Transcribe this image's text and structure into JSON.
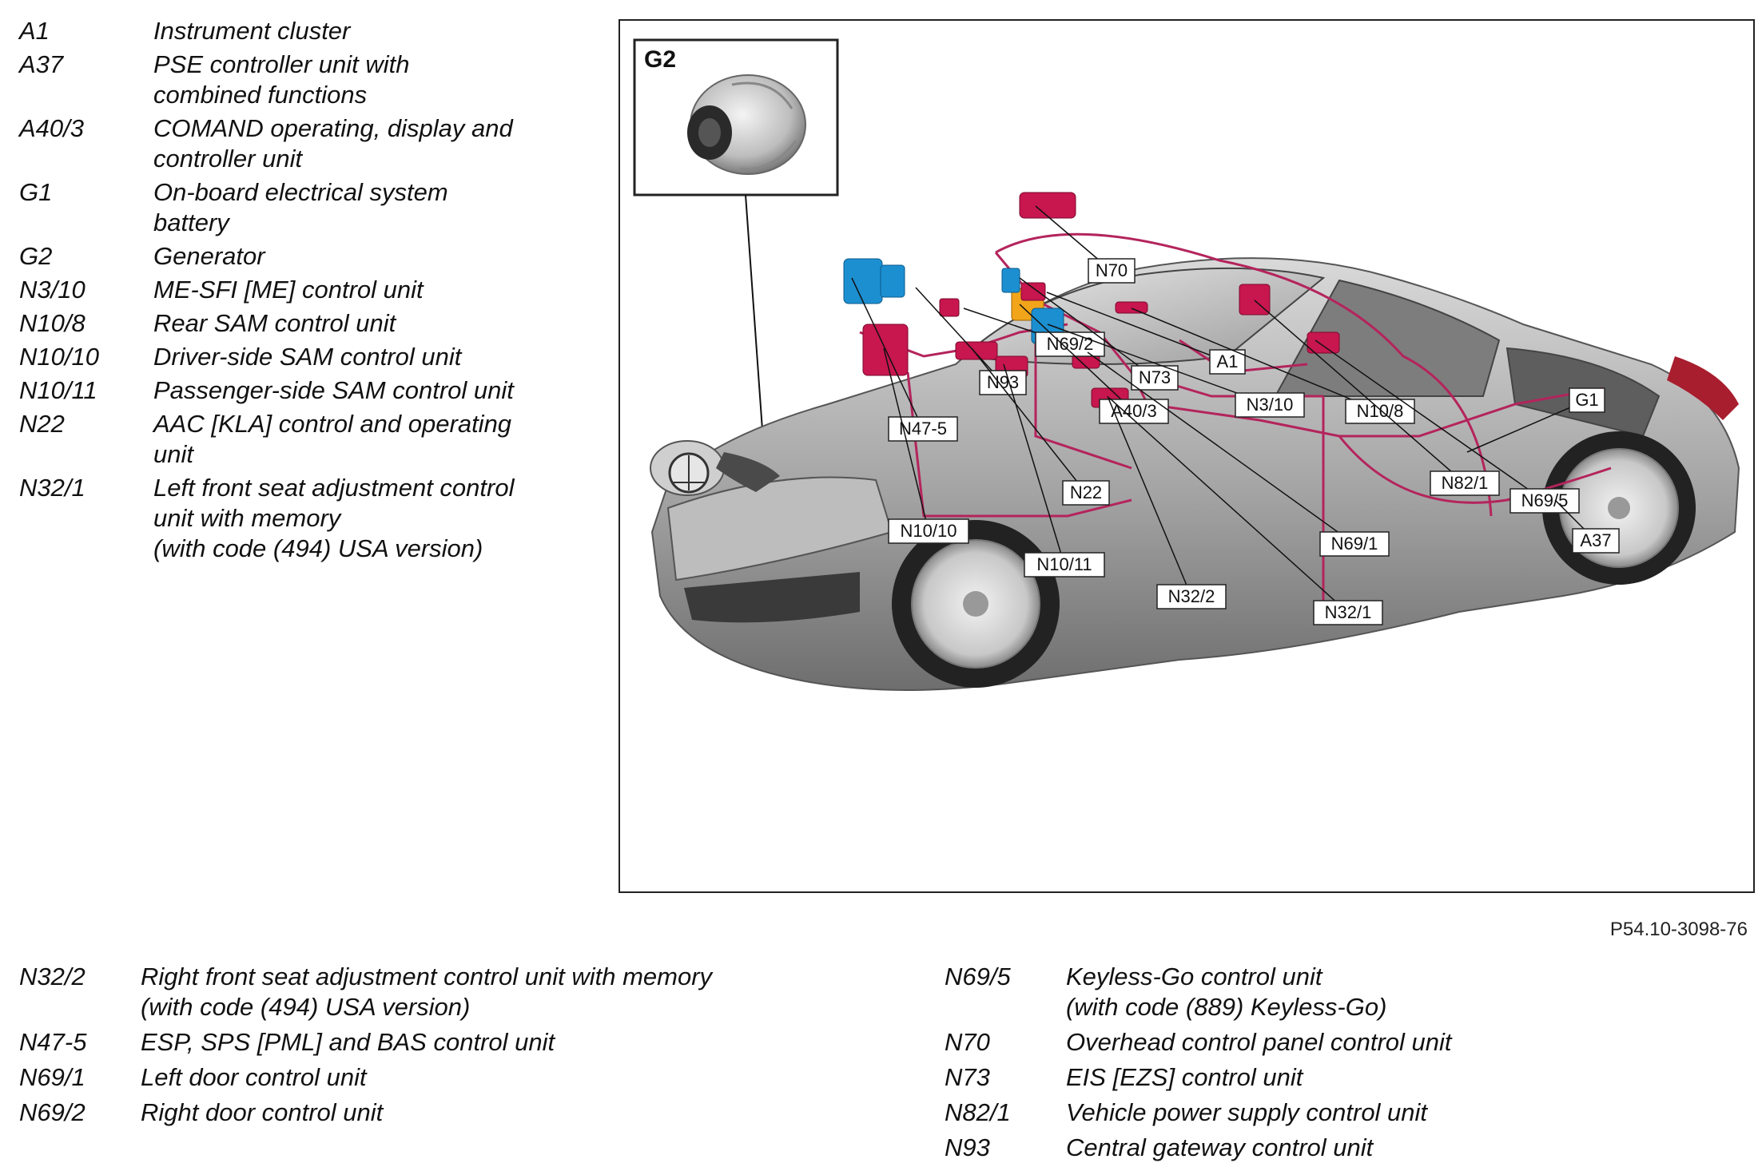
{
  "legend_top": [
    {
      "code": "A1",
      "lines": [
        "Instrument cluster"
      ]
    },
    {
      "code": "A37",
      "lines": [
        "PSE controller unit with",
        "combined functions"
      ]
    },
    {
      "code": "A40/3",
      "lines": [
        "COMAND operating, display and",
        "controller unit"
      ]
    },
    {
      "code": "G1",
      "lines": [
        "On-board electrical system",
        "battery"
      ]
    },
    {
      "code": "G2",
      "lines": [
        "Generator"
      ]
    },
    {
      "code": "N3/10",
      "lines": [
        "ME-SFI [ME] control unit"
      ]
    },
    {
      "code": "N10/8",
      "lines": [
        "Rear SAM control unit"
      ]
    },
    {
      "code": "N10/10",
      "lines": [
        "Driver-side SAM control unit"
      ]
    },
    {
      "code": "N10/11",
      "lines": [
        "Passenger-side SAM control unit"
      ]
    },
    {
      "code": "N22",
      "lines": [
        "AAC [KLA] control and operating",
        "unit"
      ]
    },
    {
      "code": "N32/1",
      "lines": [
        "Left front seat adjustment control",
        "unit with memory",
        "(with code (494) USA version)"
      ]
    }
  ],
  "legend_bottom_left": [
    {
      "code": "N32/2",
      "lines": [
        "Right front seat adjustment control unit with memory",
        "(with code (494) USA version)"
      ]
    },
    {
      "code": "N47-5",
      "lines": [
        "ESP, SPS [PML] and BAS control unit"
      ]
    },
    {
      "code": "N69/1",
      "lines": [
        "Left door control unit"
      ]
    },
    {
      "code": "N69/2",
      "lines": [
        "Right door control unit"
      ]
    }
  ],
  "legend_bottom_right": [
    {
      "code": "N69/5",
      "lines": [
        "Keyless-Go control unit",
        "(with code (889) Keyless-Go)"
      ]
    },
    {
      "code": "N70",
      "lines": [
        "Overhead control panel control unit"
      ]
    },
    {
      "code": "N73",
      "lines": [
        "EIS [EZS] control unit"
      ]
    },
    {
      "code": "N82/1",
      "lines": [
        "Vehicle power supply control unit"
      ]
    },
    {
      "code": "N93",
      "lines": [
        "Central gateway control unit"
      ]
    }
  ],
  "figure": {
    "inset_label": "G2",
    "reference": "P54.10-3098-76",
    "callouts": [
      "N70",
      "N69/2",
      "N93",
      "N73",
      "A1",
      "N47-5",
      "A40/3",
      "N3/10",
      "N10/8",
      "G1",
      "N82/1",
      "N69/5",
      "N22",
      "N10/10",
      "N69/1",
      "A37",
      "N10/11",
      "N32/2",
      "N32/1"
    ],
    "colors": {
      "module": "#c8164f",
      "blue_module": "#1c8fd1",
      "bus_wire": "#b4245c",
      "body": "#9a9a9a",
      "frame": "#222222"
    }
  }
}
